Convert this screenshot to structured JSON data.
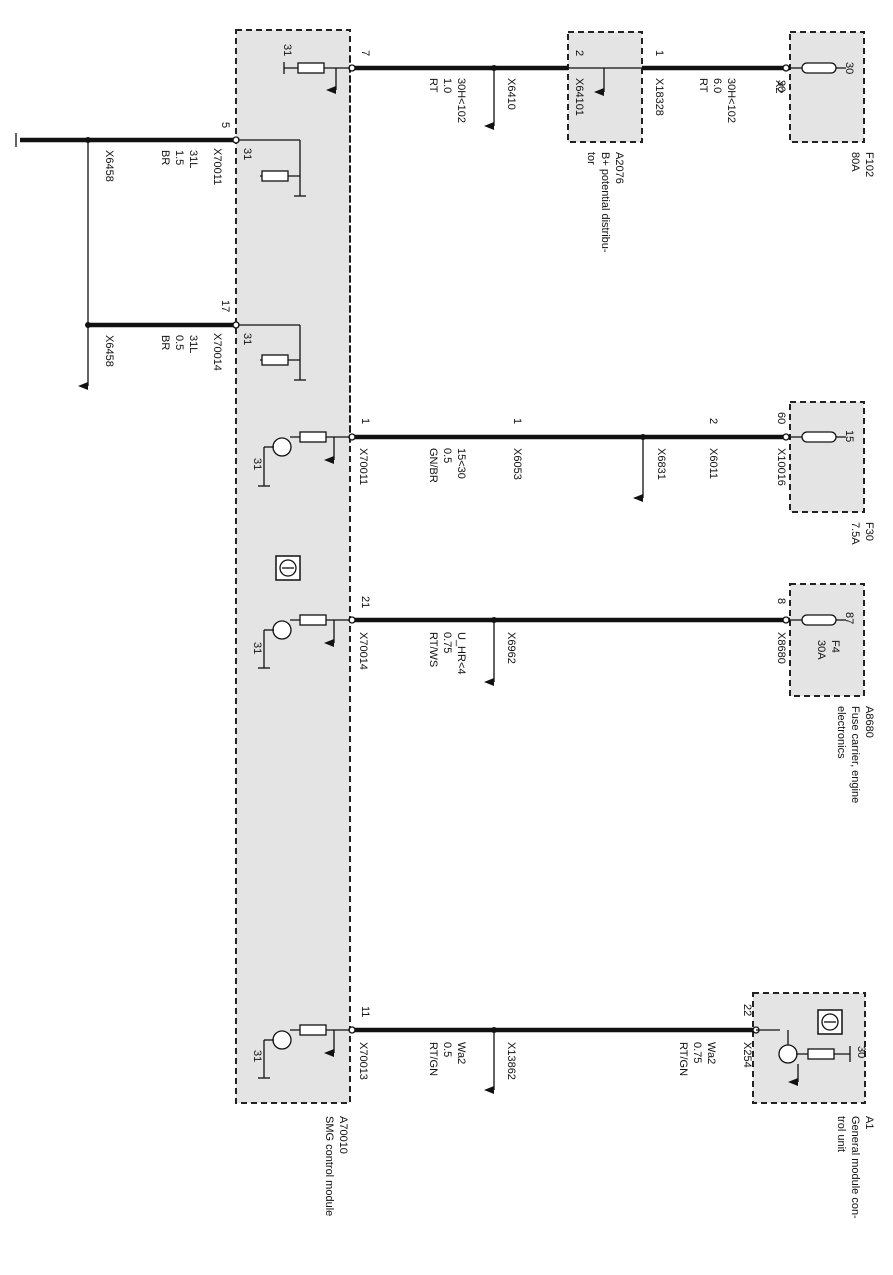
{
  "modules": {
    "smg": {
      "id": "A70010",
      "name": "SMG control module"
    },
    "potential_distributor": {
      "id": "A2076",
      "name_line1": "B+ potential distribu-",
      "name_line2": "tor"
    },
    "fuse_f102": {
      "id": "F102",
      "rating": "80A",
      "terminal": "30"
    },
    "fuse_f30": {
      "id": "F30",
      "rating": "7.5A",
      "terminal": "15"
    },
    "fuse_carrier": {
      "id": "A8680",
      "name_line1": "Fuse carrier, engine",
      "name_line2": "electronics",
      "fuse_id": "F4",
      "fuse_rating": "30A",
      "terminal": "87"
    },
    "general_module": {
      "id": "A1",
      "name_line1": "General module con-",
      "name_line2": "trol unit",
      "terminal": "30"
    }
  },
  "internal_labels": {
    "ground": "31"
  },
  "circuits": [
    {
      "smg_pin": "7",
      "wire": {
        "signal": "30H<102",
        "size": "1.0",
        "color": "RT"
      },
      "branch_connector": "X6410",
      "segments": [
        {
          "pin_left": "2",
          "connector_left": "X64101",
          "pin_right": "1",
          "connector_right": "X18328"
        },
        {
          "signal": "30H<102",
          "size": "6.0",
          "color": "RT",
          "pin": "30",
          "connector": "X2"
        }
      ]
    },
    {
      "smg_pin": "5",
      "connector": "X70011",
      "wire": {
        "signal": "31L",
        "size": "1.5",
        "color": "BR"
      },
      "ground_connector": "X6458"
    },
    {
      "smg_pin": "17",
      "connector": "X70014",
      "wire": {
        "signal": "31L",
        "size": "0.5",
        "color": "BR"
      },
      "ground_connector": "X6458"
    },
    {
      "smg_pin": "1",
      "connector": "X70011",
      "wire": {
        "signal": "15<30",
        "size": "0.5",
        "color": "GN/BR"
      },
      "mid_pin": "1",
      "mid_connector": "X6053",
      "branch_connector": "X6831",
      "pin_right": "2",
      "connector_right": "X6011",
      "fuse_pin": "60",
      "fuse_connector": "X10016"
    },
    {
      "smg_pin": "21",
      "connector": "X70014",
      "wire": {
        "signal": "U_HR<4",
        "size": "0.75",
        "color": "RT/WS"
      },
      "branch_connector": "X6962",
      "fuse_pin": "8",
      "fuse_connector": "X8680"
    },
    {
      "smg_pin": "11",
      "connector": "X70013",
      "wire": {
        "signal": "Wa2",
        "size": "0.5",
        "color": "RT/GN"
      },
      "branch_connector": "X13862",
      "far_wire": {
        "signal": "Wa2",
        "size": "0.75",
        "color": "RT/GN"
      },
      "far_pin": "22",
      "far_connector": "X254"
    }
  ]
}
